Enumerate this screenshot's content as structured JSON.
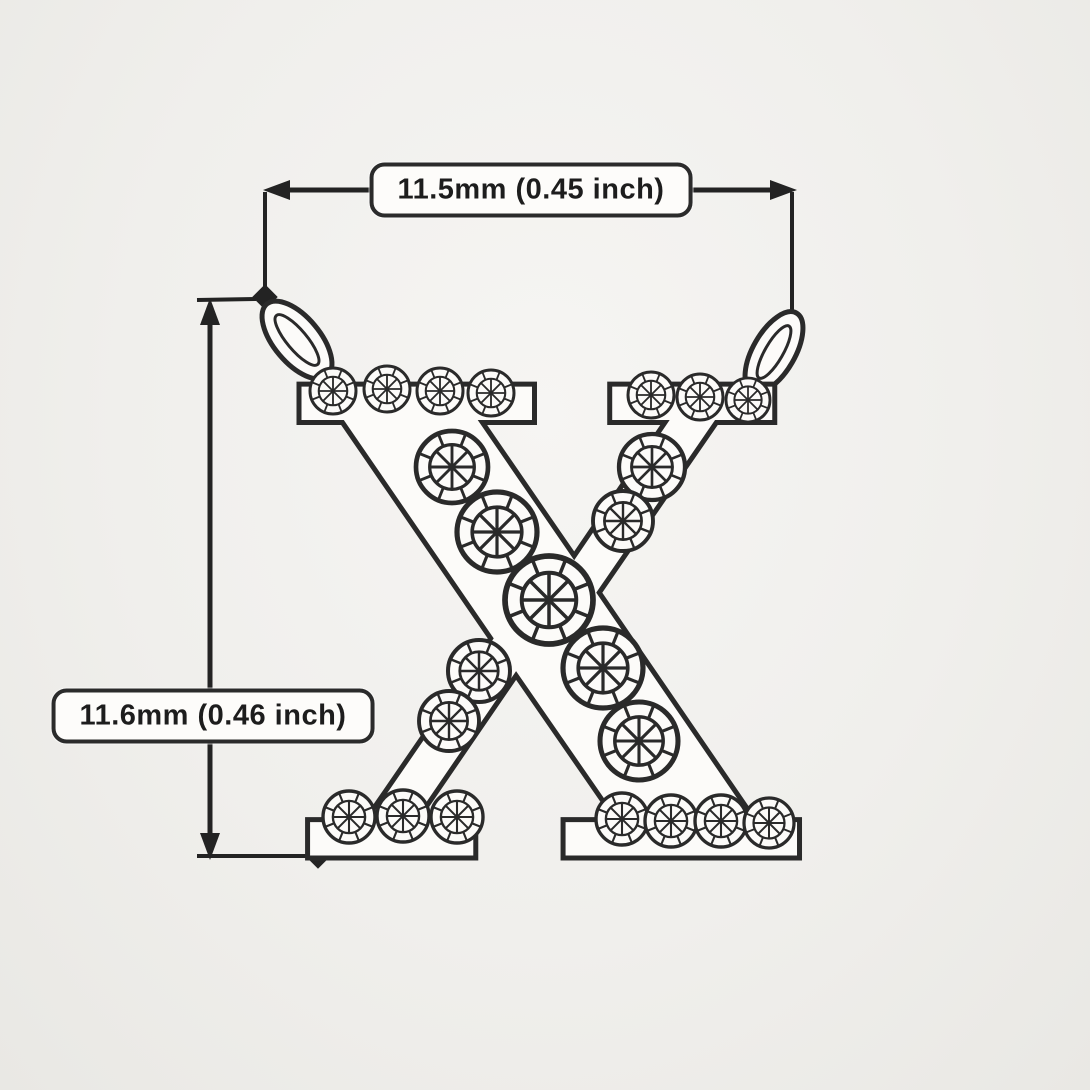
{
  "page": {
    "background_color": "#f0efec",
    "line_color": "#232323"
  },
  "dimensions": {
    "width": {
      "label": "11.5mm (0.45 inch)"
    },
    "height": {
      "label": "11.6mm (0.46 inch)"
    }
  },
  "pendant": {
    "letter": "X"
  }
}
